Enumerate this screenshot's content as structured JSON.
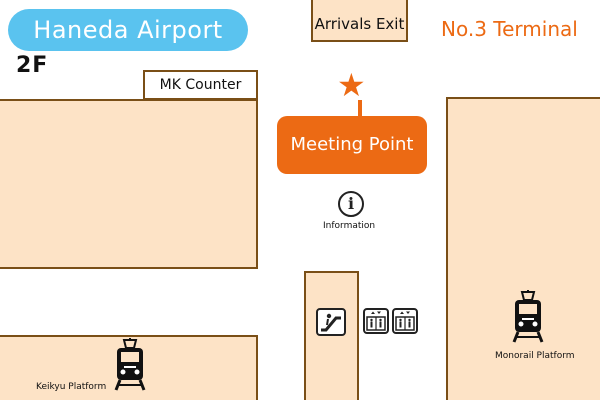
{
  "header": {
    "title": "Haneda Airport",
    "floor": "2F",
    "terminal": "No.3 Terminal"
  },
  "places": {
    "arrivals_exit": "Arrivals Exit",
    "mk_counter": "MK Counter",
    "meeting_point": "Meeting Point",
    "information": "Information",
    "keikyu_platform": "Keikyu Platform",
    "monorail_platform": "Monorail Platform"
  },
  "icons": {
    "information": "information-icon",
    "escalator": "escalator-icon",
    "elevator": "elevator-icon",
    "train": "train-icon",
    "star": "star-marker-icon"
  },
  "colors": {
    "title_pill": "#5ac3ef",
    "accent": "#ec6a14",
    "area_fill": "#fde3c6",
    "area_border": "#7a4f17"
  }
}
